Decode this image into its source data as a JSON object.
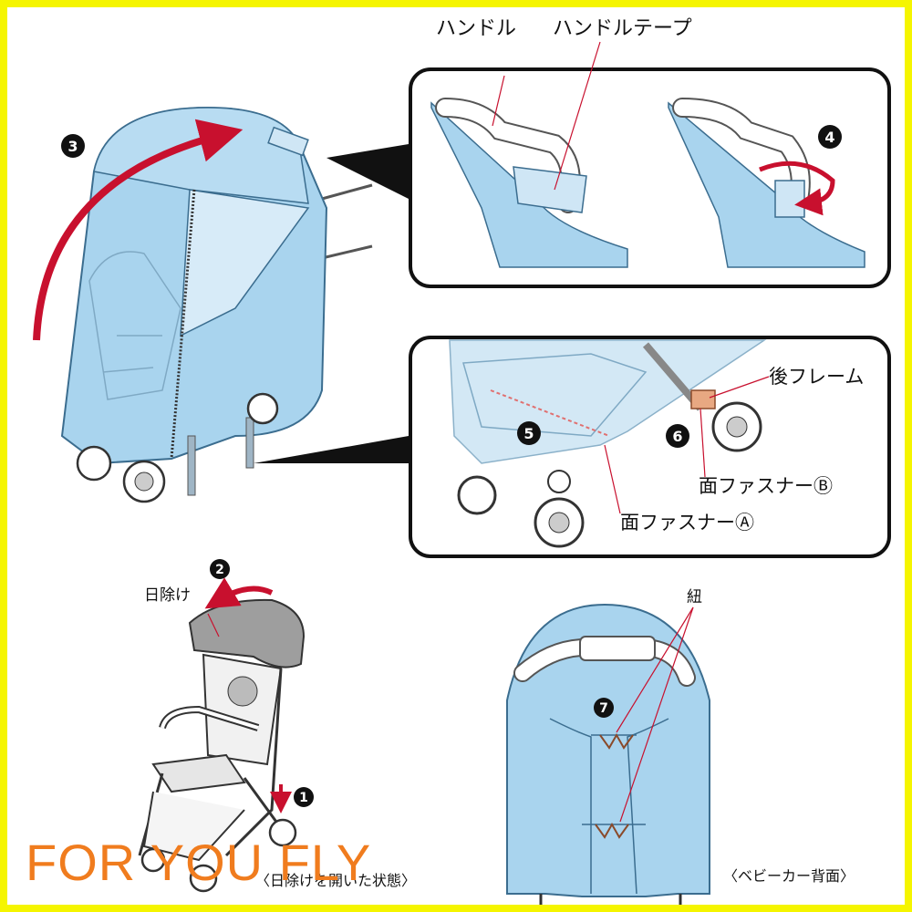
{
  "labels": {
    "handle": "ハンドル",
    "handle_tape": "ハンドルテープ",
    "rear_frame": "後フレーム",
    "fastener_b": "面ファスナーⒷ",
    "fastener_a": "面ファスナーⒶ",
    "sunshade": "日除け",
    "string": "紐",
    "caption_open_sunshade": "〈日除けを開いた状態〉",
    "caption_stroller_back": "〈ベビーカー背面〉"
  },
  "steps": [
    "1",
    "2",
    "3",
    "4",
    "5",
    "6",
    "7"
  ],
  "watermark": "FOR YOU FLY",
  "colors": {
    "frame_border": "#f5f500",
    "cover_blue": "#a9d4ee",
    "cover_light": "#cfe6f5",
    "arrow_red": "#c8102e",
    "sunshade_gray": "#9e9e9e",
    "velcro_tan": "#e8a882",
    "watermark": "#f07c1e"
  }
}
